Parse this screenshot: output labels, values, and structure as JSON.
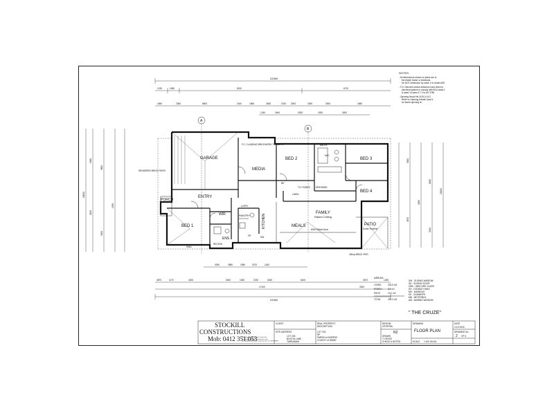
{
  "notes": {
    "title": "NOTES:",
    "lines": [
      "- All dimensions shown on plans are to",
      "the timber frame or brickwork.",
      "Do NOT dimension by scale, if in doubt ASK.",
      "- T.D. Denotes smoke detectors hard wired to",
      "electrical system to comply with BCA class 1",
      "& class 10 parts 3.7.2 to AS 3786",
      "- Opening Head Hts 2100 U.N.O.",
      "Refer to Opening Details Spec's",
      "for frame opening ht."
    ]
  },
  "overall_dims": {
    "top_total": "22060",
    "top_row1": [
      "1230",
      "1080",
      "8310",
      "6720"
    ],
    "top_row2": [
      "1650",
      "2360",
      "5600",
      "1160",
      "1980",
      "3450",
      "1910",
      "3000",
      "1830",
      "3000",
      "1680"
    ],
    "top_row3": [
      "1240",
      "2640",
      "3030",
      "1530",
      "3000"
    ],
    "bottom_total": "22060",
    "bottom_row1": [
      "4870",
      "1170",
      "4000",
      "3400",
      "1530",
      "2230",
      "3030"
    ],
    "bottom_row2": [
      "17320",
      "3320"
    ],
    "bottom_extra": [
      "3090",
      "3980",
      "1980",
      "3370",
      "1180",
      "6400",
      "3670",
      "1280"
    ],
    "left_total": "16000",
    "left_a": [
      "5480",
      "3600",
      "2100",
      "3400",
      "1330"
    ],
    "right_total": "13000",
    "right_a": [
      "3000",
      "6630",
      "4870",
      "3240",
      "1180"
    ]
  },
  "section_markers": [
    "A",
    "B"
  ],
  "rooms": {
    "garage": "GARAGE",
    "media": "MEDIA",
    "bed2": "BED 2",
    "bed3": "BED 3",
    "bed4": "BED 4",
    "entry": "ENTRY",
    "porch": "PORCH",
    "bed1": "BED 1",
    "wir": "WIR",
    "ens": "ENS",
    "pantry": "PANTRY",
    "kitchen": "KITCHEN",
    "family": "FAMILY",
    "meals": "MEALS",
    "patio": "PATIO",
    "bath": "BATH",
    "ldry": "LDRY",
    "wc": "WC",
    "dressing": "DRESSING"
  },
  "plan_notes": {
    "cladding": "F.C. CLADDING BRICKWORK TO SILL HT",
    "rendered": "RENDERED BRICK PIERS",
    "brick_pier": "250sq BRICK PIER",
    "family_sub": "Raked Ceiling",
    "patio_sub": "Under Roofline",
    "meals_sub": "6000 Raked Area",
    "td_robes": "T.D. ROBES",
    "linen": "LINEN",
    "recess": "RECESS",
    "hwu": "HWU",
    "dw": "DW",
    "fr": "FR",
    "br": "BR"
  },
  "areas": {
    "title": "AREAS",
    "rows": [
      {
        "label": "LIVING",
        "value": "203.6 m2"
      },
      {
        "label": "PORCH",
        "value": "3.5 m2"
      },
      {
        "label": "PATIO",
        "value": "13.2 m2"
      },
      {
        "label": "TOTAL",
        "value": "220.3 m2"
      }
    ]
  },
  "window_legend": [
    "SW - SLIDING WINDOW",
    "SD - SLIDING DOOR",
    "OBS - OBSCURE GLASS",
    "DH - DOUBLE HUNG",
    "MH - MANHOLE",
    "DP - DOWNPIPE",
    "MB - METERBOX",
    "AW - AWNING WINDOW"
  ],
  "plan_name": "\" THE CRUZE\"",
  "title_block": {
    "company_line1": "STOCKILL",
    "company_line2": "CONSTRUCTIONS",
    "mobile": "Mob: 0412 351 053",
    "copyright": [
      "All drawings and designs remain the",
      "property of Stockill Constructions and",
      "are subject to the laws and protection of COPYRIGHT"
    ],
    "client_label": "CLIENT",
    "site_label": "SITE ADDRESS",
    "site_value": [
      "LOT 233",
      "BOUTIN LANE",
      "TARRABIAH"
    ],
    "real_prop_label": [
      "REAL PROPERTY",
      "DESCRIPTION"
    ],
    "real_prop_value": [
      "LOT 233",
      "RP",
      "PARISH of MORRIS",
      "COUNTY of WARD"
    ],
    "design_label": [
      "DESIGN",
      "CRITERIA"
    ],
    "design_value": "N2",
    "drawn_label": "DRAWN",
    "drawn_value": [
      "T.CROSS",
      "CHECK & NOTES"
    ],
    "drawing_label": "DRAWING",
    "drawing_value": "FLOOR PLAN",
    "date_label": "DATE",
    "date_value": "13-9-2016",
    "drawing_no_label": "DRAWING No.",
    "drawing_no_value": "2",
    "drawing_no_of": "OF 6",
    "scale_label": "SCALE",
    "scale_value": "1:100 ON A3"
  }
}
